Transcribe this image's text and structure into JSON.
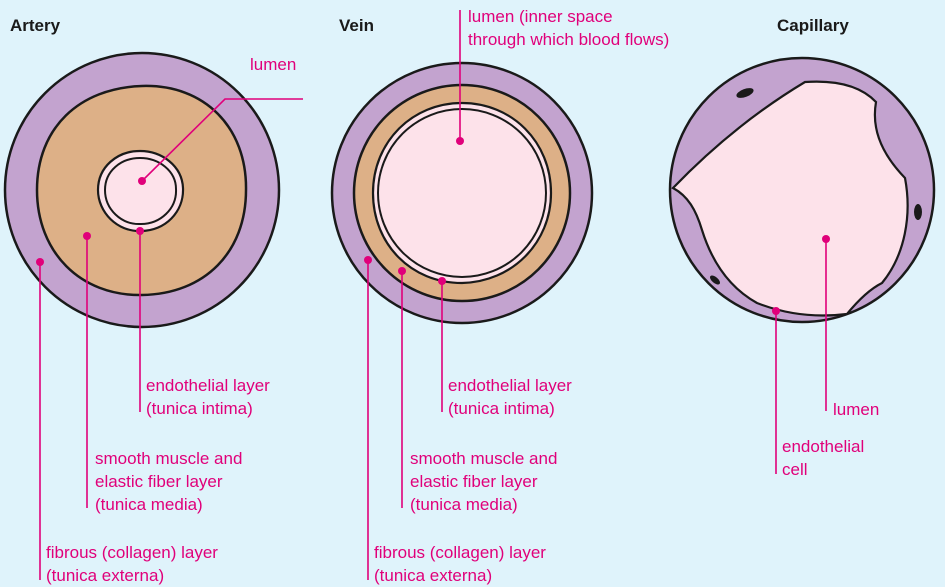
{
  "titles": {
    "artery": "Artery",
    "vein": "Vein",
    "capillary": "Capillary"
  },
  "artery": {
    "lumen": "lumen",
    "endothelial": [
      "endothelial layer",
      "(tunica intima)"
    ],
    "muscle": [
      "smooth muscle and",
      "elastic fiber layer",
      "(tunica media)"
    ],
    "fibrous": [
      "fibrous (collagen) layer",
      "(tunica externa)"
    ]
  },
  "vein": {
    "lumen": [
      "lumen (inner space",
      "through which blood flows)"
    ],
    "endothelial": [
      "endothelial layer",
      "(tunica intima)"
    ],
    "muscle": [
      "smooth muscle and",
      "elastic fiber layer",
      "(tunica media)"
    ],
    "fibrous": [
      "fibrous (collagen) layer",
      "(tunica externa)"
    ]
  },
  "capillary": {
    "lumen": "lumen",
    "endothelial": [
      "endothelial",
      "cell"
    ]
  },
  "colors": {
    "background": "#dff3fb",
    "externa": "#c3a3cf",
    "media": "#ddb087",
    "lumen": "#fde2ea",
    "label": "#e0007a",
    "outline": "#1a1a1a"
  }
}
